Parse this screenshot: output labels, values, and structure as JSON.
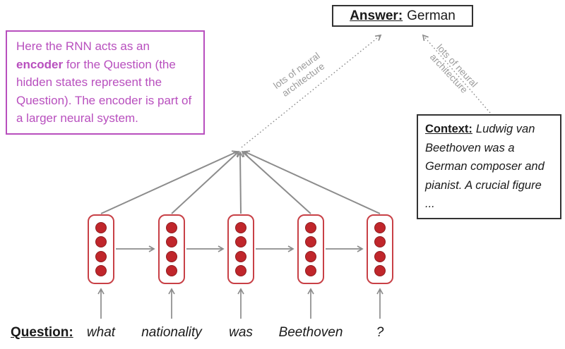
{
  "colors": {
    "magenta": "#B84FBE",
    "gray": "#8C8C8C",
    "label_gray": "#9B9B9B",
    "dot_fill": "#C0262B",
    "dot_stroke": "#8F1D20",
    "cell_border": "#C84046",
    "box_border": "#333333"
  },
  "answer": {
    "label": "Answer:",
    "value": "German"
  },
  "note": {
    "text_pre": "Here the RNN acts as an ",
    "text_bold": "encoder",
    "text_post": " for the Question (the hidden states represent the Question). The encoder is part of a larger neural system."
  },
  "context": {
    "label": "Context:",
    "text": "Ludwig van Beethoven was a German composer and pianist. A crucial figure ..."
  },
  "question": {
    "label": "Question:",
    "words": [
      "what",
      "nationality",
      "was",
      "Beethoven",
      "?"
    ]
  },
  "neural_labels": {
    "left": "lots of neural architecture",
    "right": "lots of neural architecture"
  }
}
